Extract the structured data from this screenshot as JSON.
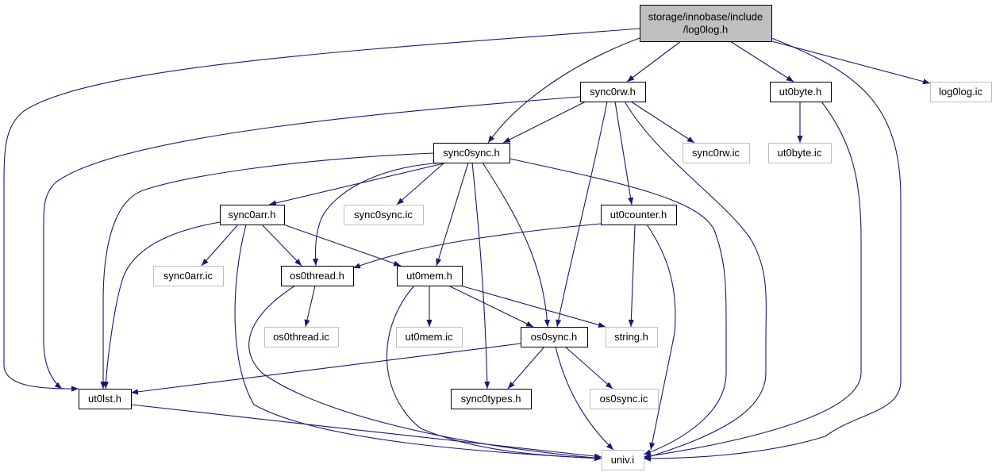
{
  "colors": {
    "edge": "#191970",
    "node_border": "#000000",
    "node_border_muted": "#bfbfbf",
    "root_fill": "#bfbfbf",
    "node_fill": "#ffffff"
  },
  "nodes": [
    {
      "id": "log0log_h",
      "lines": [
        "storage/innobase/include",
        "/log0log.h"
      ],
      "style": "root"
    },
    {
      "id": "sync0rw_h",
      "lines": [
        "sync0rw.h"
      ],
      "style": "normal"
    },
    {
      "id": "ut0byte_h",
      "lines": [
        "ut0byte.h"
      ],
      "style": "normal"
    },
    {
      "id": "log0log_ic",
      "lines": [
        "log0log.ic"
      ],
      "style": "muted"
    },
    {
      "id": "sync0sync_h",
      "lines": [
        "sync0sync.h"
      ],
      "style": "normal"
    },
    {
      "id": "sync0rw_ic",
      "lines": [
        "sync0rw.ic"
      ],
      "style": "muted"
    },
    {
      "id": "ut0byte_ic",
      "lines": [
        "ut0byte.ic"
      ],
      "style": "muted"
    },
    {
      "id": "sync0arr_h",
      "lines": [
        "sync0arr.h"
      ],
      "style": "normal"
    },
    {
      "id": "sync0sync_ic",
      "lines": [
        "sync0sync.ic"
      ],
      "style": "muted"
    },
    {
      "id": "ut0counter_h",
      "lines": [
        "ut0counter.h"
      ],
      "style": "normal"
    },
    {
      "id": "sync0arr_ic",
      "lines": [
        "sync0arr.ic"
      ],
      "style": "muted"
    },
    {
      "id": "os0thread_h",
      "lines": [
        "os0thread.h"
      ],
      "style": "normal"
    },
    {
      "id": "ut0mem_h",
      "lines": [
        "ut0mem.h"
      ],
      "style": "normal"
    },
    {
      "id": "os0thread_ic",
      "lines": [
        "os0thread.ic"
      ],
      "style": "muted"
    },
    {
      "id": "ut0mem_ic",
      "lines": [
        "ut0mem.ic"
      ],
      "style": "muted"
    },
    {
      "id": "os0sync_h",
      "lines": [
        "os0sync.h"
      ],
      "style": "normal"
    },
    {
      "id": "string_h",
      "lines": [
        "string.h"
      ],
      "style": "muted"
    },
    {
      "id": "ut0lst_h",
      "lines": [
        "ut0lst.h"
      ],
      "style": "normal"
    },
    {
      "id": "sync0types_h",
      "lines": [
        "sync0types.h"
      ],
      "style": "normal"
    },
    {
      "id": "os0sync_ic",
      "lines": [
        "os0sync.ic"
      ],
      "style": "muted"
    },
    {
      "id": "univ_i",
      "lines": [
        "univ.i"
      ],
      "style": "muted"
    }
  ],
  "edges": [
    [
      "log0log_h",
      "sync0rw_h"
    ],
    [
      "log0log_h",
      "ut0byte_h"
    ],
    [
      "log0log_h",
      "log0log_ic"
    ],
    [
      "log0log_h",
      "sync0sync_h"
    ],
    [
      "log0log_h",
      "ut0lst_h"
    ],
    [
      "log0log_h",
      "univ_i"
    ],
    [
      "sync0rw_h",
      "sync0sync_h"
    ],
    [
      "sync0rw_h",
      "sync0rw_ic"
    ],
    [
      "sync0rw_h",
      "ut0counter_h"
    ],
    [
      "sync0rw_h",
      "os0sync_h"
    ],
    [
      "sync0rw_h",
      "ut0lst_h"
    ],
    [
      "sync0rw_h",
      "univ_i"
    ],
    [
      "ut0byte_h",
      "ut0byte_ic"
    ],
    [
      "ut0byte_h",
      "univ_i"
    ],
    [
      "sync0sync_h",
      "sync0arr_h"
    ],
    [
      "sync0sync_h",
      "sync0sync_ic"
    ],
    [
      "sync0sync_h",
      "os0thread_h"
    ],
    [
      "sync0sync_h",
      "ut0mem_h"
    ],
    [
      "sync0sync_h",
      "os0sync_h"
    ],
    [
      "sync0sync_h",
      "sync0types_h"
    ],
    [
      "sync0sync_h",
      "ut0lst_h"
    ],
    [
      "sync0sync_h",
      "univ_i"
    ],
    [
      "sync0arr_h",
      "sync0arr_ic"
    ],
    [
      "sync0arr_h",
      "os0thread_h"
    ],
    [
      "sync0arr_h",
      "ut0mem_h"
    ],
    [
      "sync0arr_h",
      "ut0lst_h"
    ],
    [
      "sync0arr_h",
      "univ_i"
    ],
    [
      "ut0counter_h",
      "os0thread_h"
    ],
    [
      "ut0counter_h",
      "string_h"
    ],
    [
      "ut0counter_h",
      "univ_i"
    ],
    [
      "os0thread_h",
      "os0thread_ic"
    ],
    [
      "os0thread_h",
      "univ_i"
    ],
    [
      "ut0mem_h",
      "ut0mem_ic"
    ],
    [
      "ut0mem_h",
      "os0sync_h"
    ],
    [
      "ut0mem_h",
      "string_h"
    ],
    [
      "ut0mem_h",
      "univ_i"
    ],
    [
      "os0sync_h",
      "os0sync_ic"
    ],
    [
      "os0sync_h",
      "sync0types_h"
    ],
    [
      "os0sync_h",
      "ut0lst_h"
    ],
    [
      "os0sync_h",
      "univ_i"
    ],
    [
      "ut0lst_h",
      "univ_i"
    ]
  ]
}
